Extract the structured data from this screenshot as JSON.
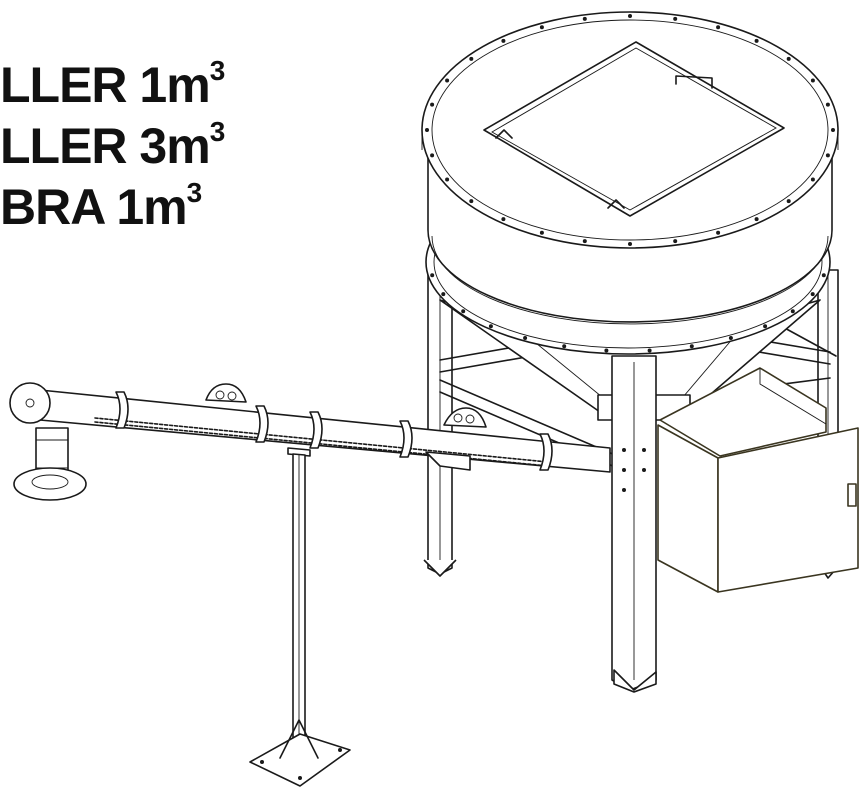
{
  "labels": [
    {
      "text": "LLER 1m",
      "sup": "3"
    },
    {
      "text": "LLER 3m",
      "sup": "3"
    },
    {
      "text": "BRA 1m",
      "sup": "3"
    }
  ]
}
